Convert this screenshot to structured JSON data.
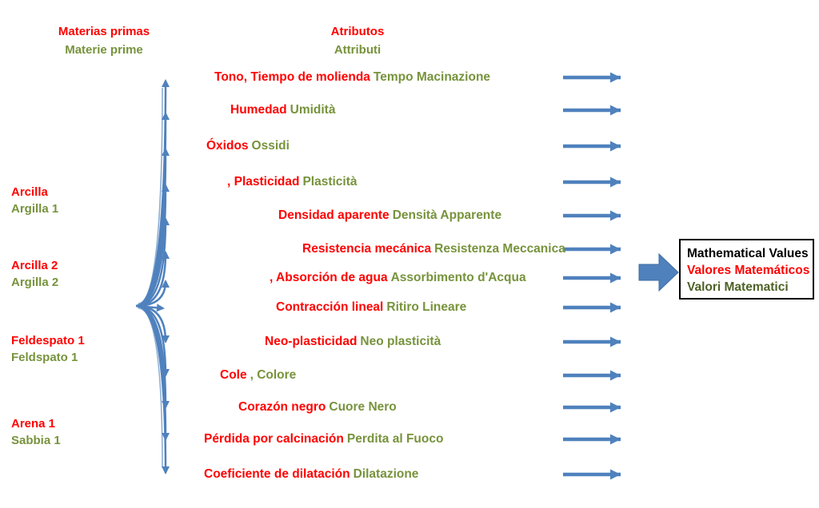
{
  "colors": {
    "accent_blue": "#4F81BD",
    "spanish_red": "#FF0000",
    "italian_olive": "#77933C",
    "italian_olive_dark": "#4F6228"
  },
  "headers": {
    "materials": {
      "es": "Materias primas",
      "it": "Materie prime"
    },
    "attributes": {
      "es": "Atributos",
      "it": "Attributi"
    }
  },
  "materials": [
    {
      "es": "Arcilla",
      "it": "Argilla 1"
    },
    {
      "es": "Arcilla 2",
      "it": "Argilla 2"
    },
    {
      "es": "Feldespato 1",
      "it": "Feldspato 1"
    },
    {
      "es": "Arena 1",
      "it": "Sabbia 1"
    }
  ],
  "attributes": [
    {
      "es": "Tono, Tiempo de molienda",
      "it": "Tempo Macinazione"
    },
    {
      "es": "Humedad",
      "it": "Umidità"
    },
    {
      "es": "Óxidos",
      "it": "Ossidi"
    },
    {
      "es": ", Plasticidad",
      "it": "Plasticità"
    },
    {
      "es": "Densidad aparente",
      "it": "Densità Apparente"
    },
    {
      "es": "Resistencia mecánica",
      "it": "Resistenza Meccanica"
    },
    {
      "es": ", Absorción de agua",
      "it": "Assorbimento d'Acqua"
    },
    {
      "es": "Contracción lineal",
      "it": "Ritiro Lineare"
    },
    {
      "es": "Neo-plasticidad",
      "it": "Neo plasticità"
    },
    {
      "es": "Cole",
      "it": ", Colore"
    },
    {
      "es": "Corazón negro",
      "it": "Cuore Nero"
    },
    {
      "es": "Pérdida por calcinación",
      "it": "Perdita al Fuoco"
    },
    {
      "es": "Coeficiente de dilatación",
      "it": "Dilatazione"
    }
  ],
  "result_box": {
    "line1": "Mathematical Values",
    "line2": "Valores Matemáticos",
    "line3": "Valori Matematici"
  }
}
